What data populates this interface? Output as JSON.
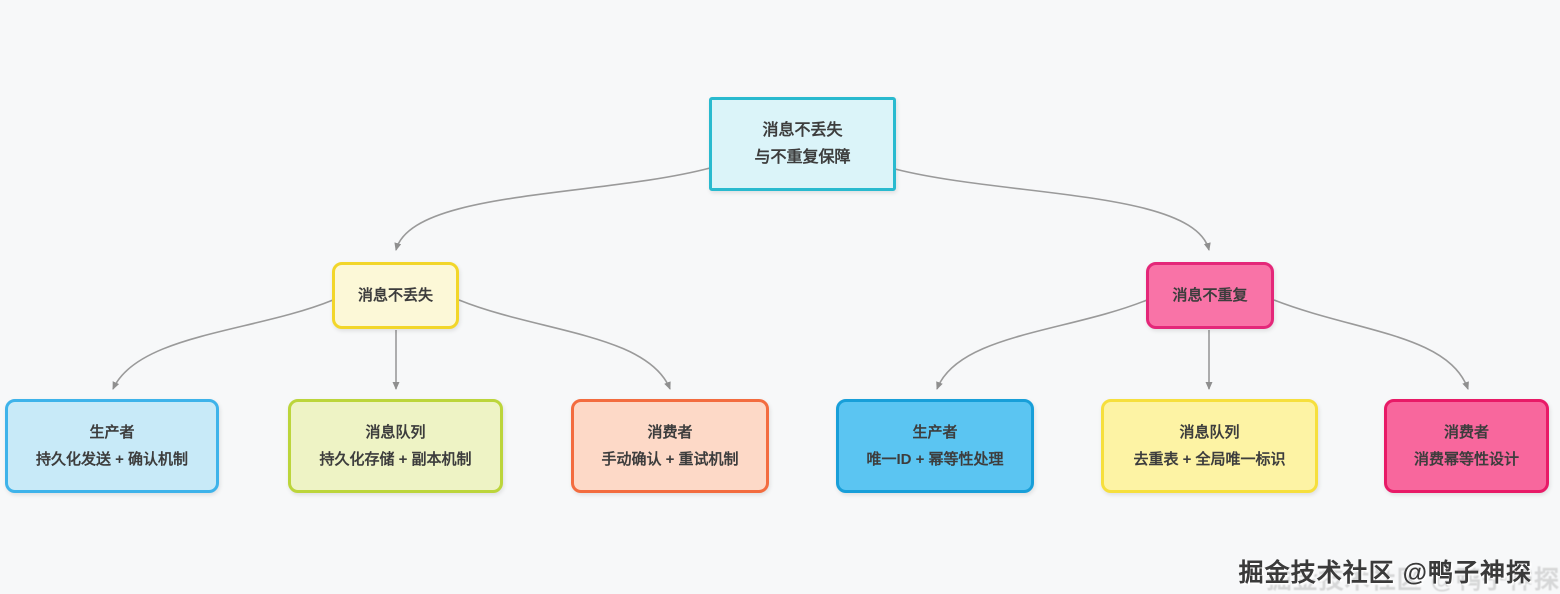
{
  "canvas": {
    "background": "#f7f8f9",
    "connector_color": "#9a9a9a"
  },
  "root": {
    "line1": "消息不丢失",
    "line2": "与不重复保障",
    "fill": "#dbf4f9",
    "border": "#29bacf"
  },
  "level2": [
    {
      "label": "消息不丢失",
      "fill": "#fcf8d7",
      "border": "#f2d62a"
    },
    {
      "label": "消息不重复",
      "fill": "#f973a7",
      "border": "#e42779"
    }
  ],
  "level3": [
    {
      "line1": "生产者",
      "line2": "持久化发送 + 确认机制",
      "fill": "#c8eaf8",
      "border": "#3eb3ea"
    },
    {
      "line1": "消息队列",
      "line2": "持久化存储 + 副本机制",
      "fill": "#eef3c5",
      "border": "#bcd53b"
    },
    {
      "line1": "消费者",
      "line2": "手动确认 + 重试机制",
      "fill": "#fdd9c7",
      "border": "#f36c3f"
    },
    {
      "line1": "生产者",
      "line2": "唯一ID + 幂等性处理",
      "fill": "#5bc5f2",
      "border": "#189fd9"
    },
    {
      "line1": "消息队列",
      "line2": "去重表 + 全局唯一标识",
      "fill": "#fdf3a4",
      "border": "#f6df3d"
    },
    {
      "line1": "消费者",
      "line2": "消费幂等性设计",
      "fill": "#f8679d",
      "border": "#e81a67"
    }
  ],
  "watermark": {
    "text": "掘金技术社区 @鸭子神探"
  }
}
